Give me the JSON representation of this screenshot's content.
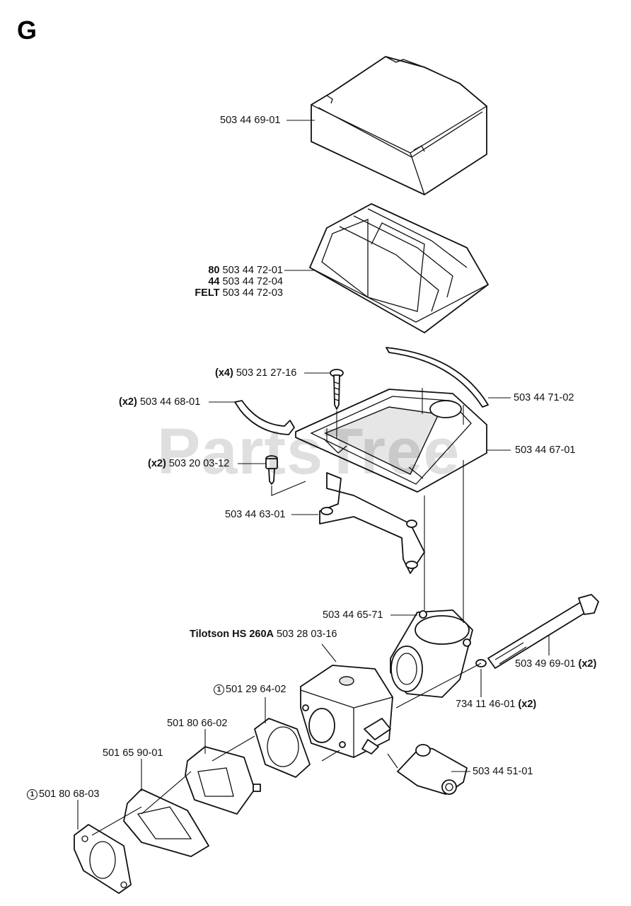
{
  "section_letter": "G",
  "watermark": "PartsTree",
  "parts": [
    {
      "id": "air-filter-cover",
      "qty": "",
      "pn": "503 44 69-01",
      "suffix": ""
    },
    {
      "id": "air-filter-80",
      "qty": "80",
      "pn": "503 44 72-01",
      "suffix": ""
    },
    {
      "id": "air-filter-44",
      "qty": "44",
      "pn": "503 44 72-04",
      "suffix": ""
    },
    {
      "id": "air-filter-felt",
      "qty": "FELT",
      "pn": "503 44 72-03",
      "suffix": ""
    },
    {
      "id": "screw-x4",
      "qty": "(x4)",
      "pn": "503 21 27-16",
      "suffix": ""
    },
    {
      "id": "clip-x2",
      "qty": "(x2)",
      "pn": "503 44 68-01",
      "suffix": ""
    },
    {
      "id": "seal-strip",
      "qty": "",
      "pn": "503 44 71-02",
      "suffix": ""
    },
    {
      "id": "filter-holder",
      "qty": "",
      "pn": "503 44 67-01",
      "suffix": ""
    },
    {
      "id": "screw-x2",
      "qty": "(x2)",
      "pn": "503 20 03-12",
      "suffix": ""
    },
    {
      "id": "bracket",
      "qty": "",
      "pn": "503 44 63-01",
      "suffix": ""
    },
    {
      "id": "intake-elbow",
      "qty": "",
      "pn": "503 44 65-71",
      "suffix": ""
    },
    {
      "id": "carburetor",
      "qty": "Tilotson HS 260A",
      "pn": "503 28 03-16",
      "suffix": ""
    },
    {
      "id": "long-bolt",
      "qty": "",
      "pn": "503 49 69-01",
      "suffix": "(x2)"
    },
    {
      "id": "washer",
      "qty": "",
      "pn": "734 11 46-01",
      "suffix": "(x2)"
    },
    {
      "id": "carb-gasket",
      "qty": "1",
      "pn": "501 29 64-02",
      "suffix": ""
    },
    {
      "id": "spacer",
      "qty": "",
      "pn": "501 80 66-02",
      "suffix": ""
    },
    {
      "id": "insulator",
      "qty": "",
      "pn": "501 65 90-01",
      "suffix": ""
    },
    {
      "id": "fuel-hose",
      "qty": "",
      "pn": "503 44 51-01",
      "suffix": ""
    },
    {
      "id": "intake-gasket",
      "qty": "1",
      "pn": "501 80 68-03",
      "suffix": ""
    }
  ]
}
